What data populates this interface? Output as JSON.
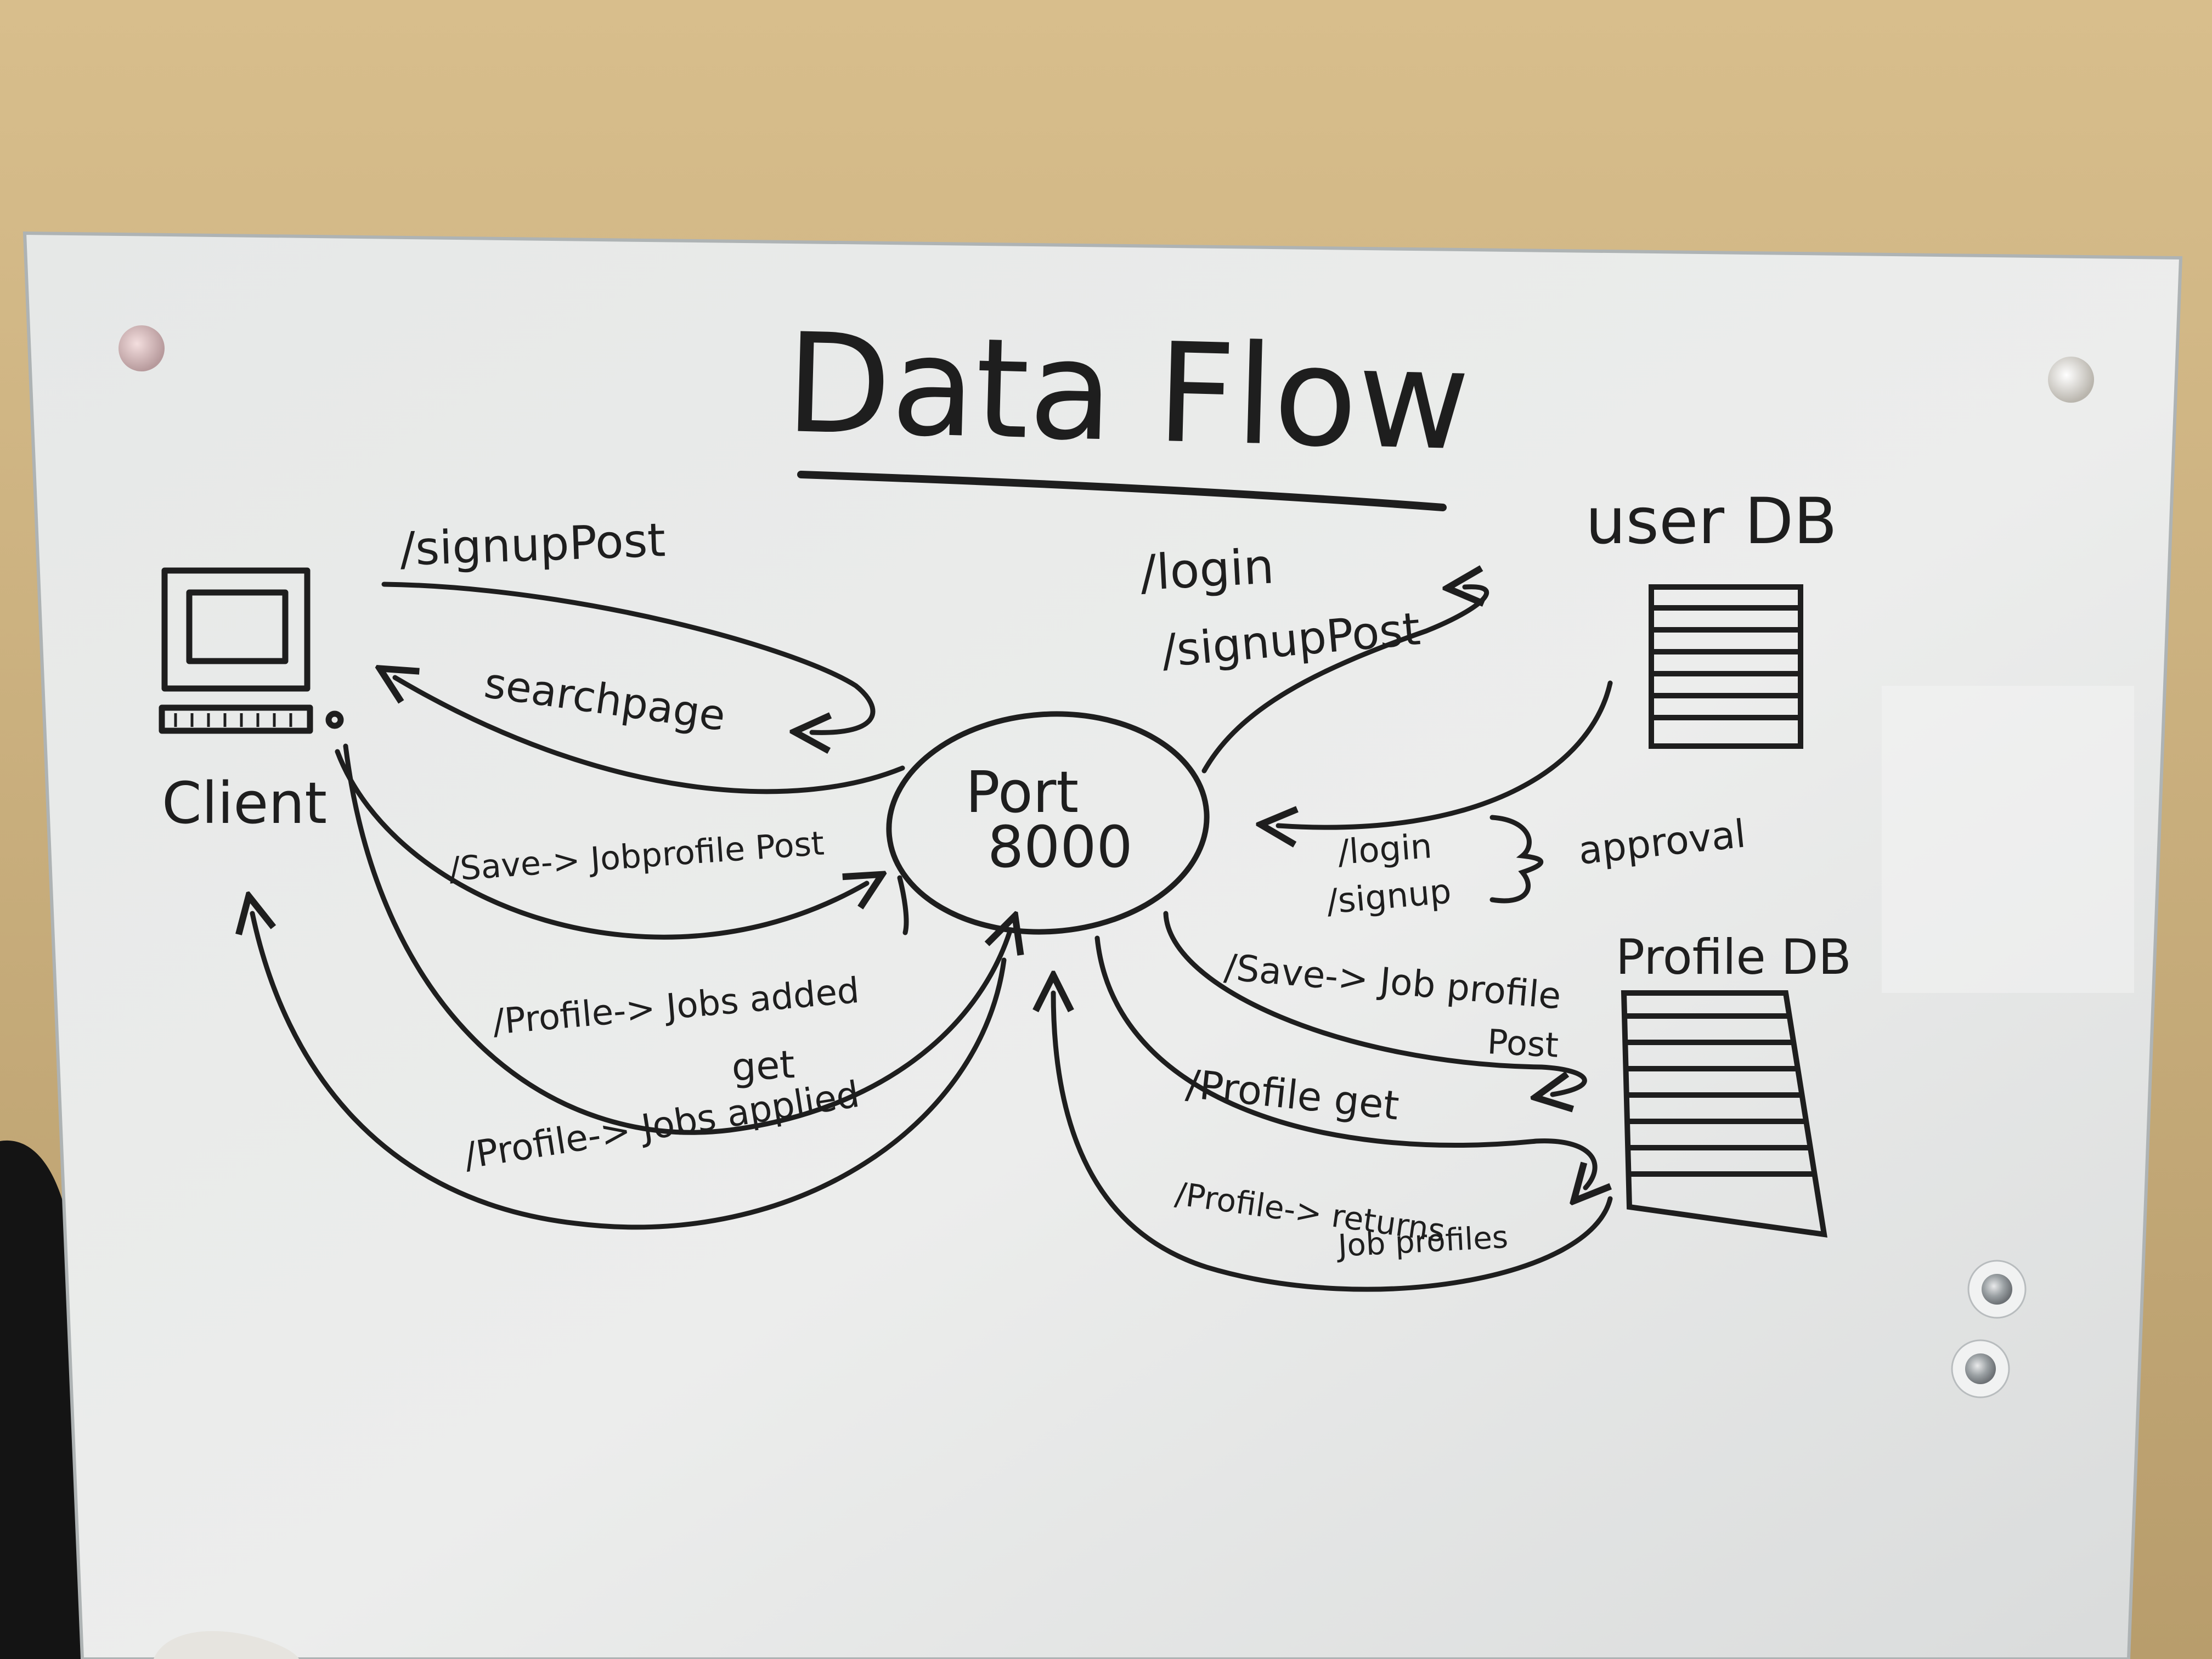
{
  "diagram": {
    "title": "Data Flow",
    "nodes": {
      "client": "Client",
      "server": [
        "Port",
        "8000"
      ],
      "user_db": "user DB",
      "profile_db": "Profile DB"
    },
    "edges": {
      "signup_post": "/signupPost",
      "searchpage": "searchpage",
      "login": "/login",
      "signup_post_server": "/signupPost",
      "approval_login": "/login",
      "approval_signup": "/signup",
      "approval": "approval",
      "save_job_profile_client": "/Save-> Jobprofile Post",
      "profile_jobs_added": "/Profile-> Jobs added",
      "profile_jobs_added_get": "get",
      "profile_jobs_applied": "/Profile-> Jobs applied",
      "save_job_profile_db": "/Save-> Job profile",
      "save_job_profile_db_post": "Post",
      "profile_get": "/Profile get",
      "profile_returns": "/Profile-> returns",
      "profile_returns_sub": "Job profiles"
    }
  },
  "colors": {
    "wall": "#d9c18d",
    "board": "#ebeceb",
    "ink": "#1e1e1e"
  }
}
